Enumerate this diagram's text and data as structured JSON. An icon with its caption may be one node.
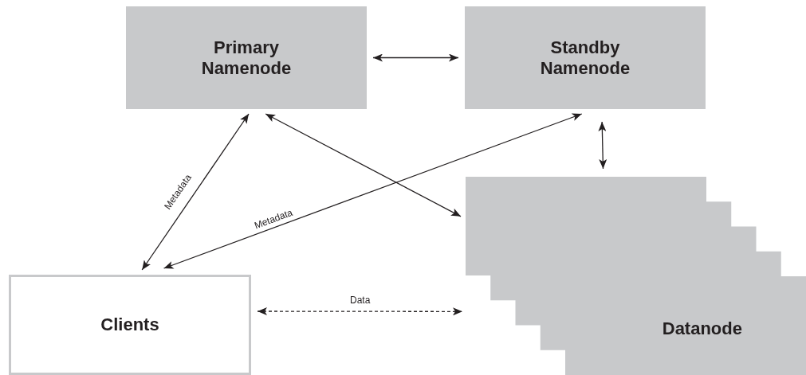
{
  "diagram": {
    "nodes": [
      {
        "text": [
          "Primary Namenode"
        ]
      },
      {
        "text": [
          "Standby Namenode"
        ]
      },
      {
        "text": [
          "Clients"
        ]
      },
      {
        "text": [
          "Datanode"
        ]
      }
    ],
    "edges": [
      {
        "from": 0,
        "to": 1,
        "arrow": "both"
      },
      {
        "from": 2,
        "to": 0,
        "arrow": "both",
        "label": "Metadata"
      },
      {
        "from": 2,
        "to": 1,
        "arrow": "both",
        "label": "Metadata"
      },
      {
        "from": 0,
        "to": 3,
        "arrow": "both"
      },
      {
        "from": 1,
        "to": 3,
        "arrow": "both"
      },
      {
        "from": 2,
        "to": 3,
        "arrow": "both",
        "label": "Data",
        "style": "dashed"
      }
    ]
  }
}
